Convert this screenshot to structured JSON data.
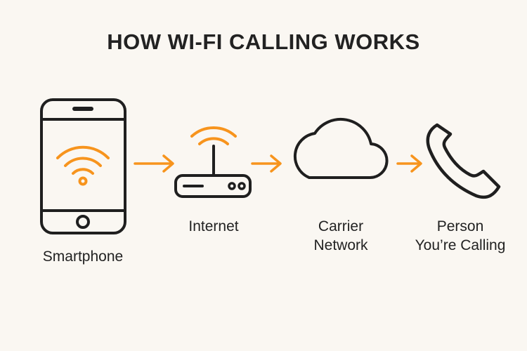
{
  "title": "HOW WI-FI CALLING WORKS",
  "colors": {
    "accent": "#f7941d",
    "stroke": "#1f1f1f",
    "background": "#faf7f2"
  },
  "steps": [
    {
      "icon": "smartphone-wifi-icon",
      "label": [
        "Smartphone"
      ]
    },
    {
      "icon": "wifi-router-icon",
      "label": [
        "Internet"
      ]
    },
    {
      "icon": "cloud-icon",
      "label": [
        "Carrier",
        "Network"
      ]
    },
    {
      "icon": "phone-handset-icon",
      "label": [
        "Person",
        "You’re Calling"
      ]
    }
  ]
}
